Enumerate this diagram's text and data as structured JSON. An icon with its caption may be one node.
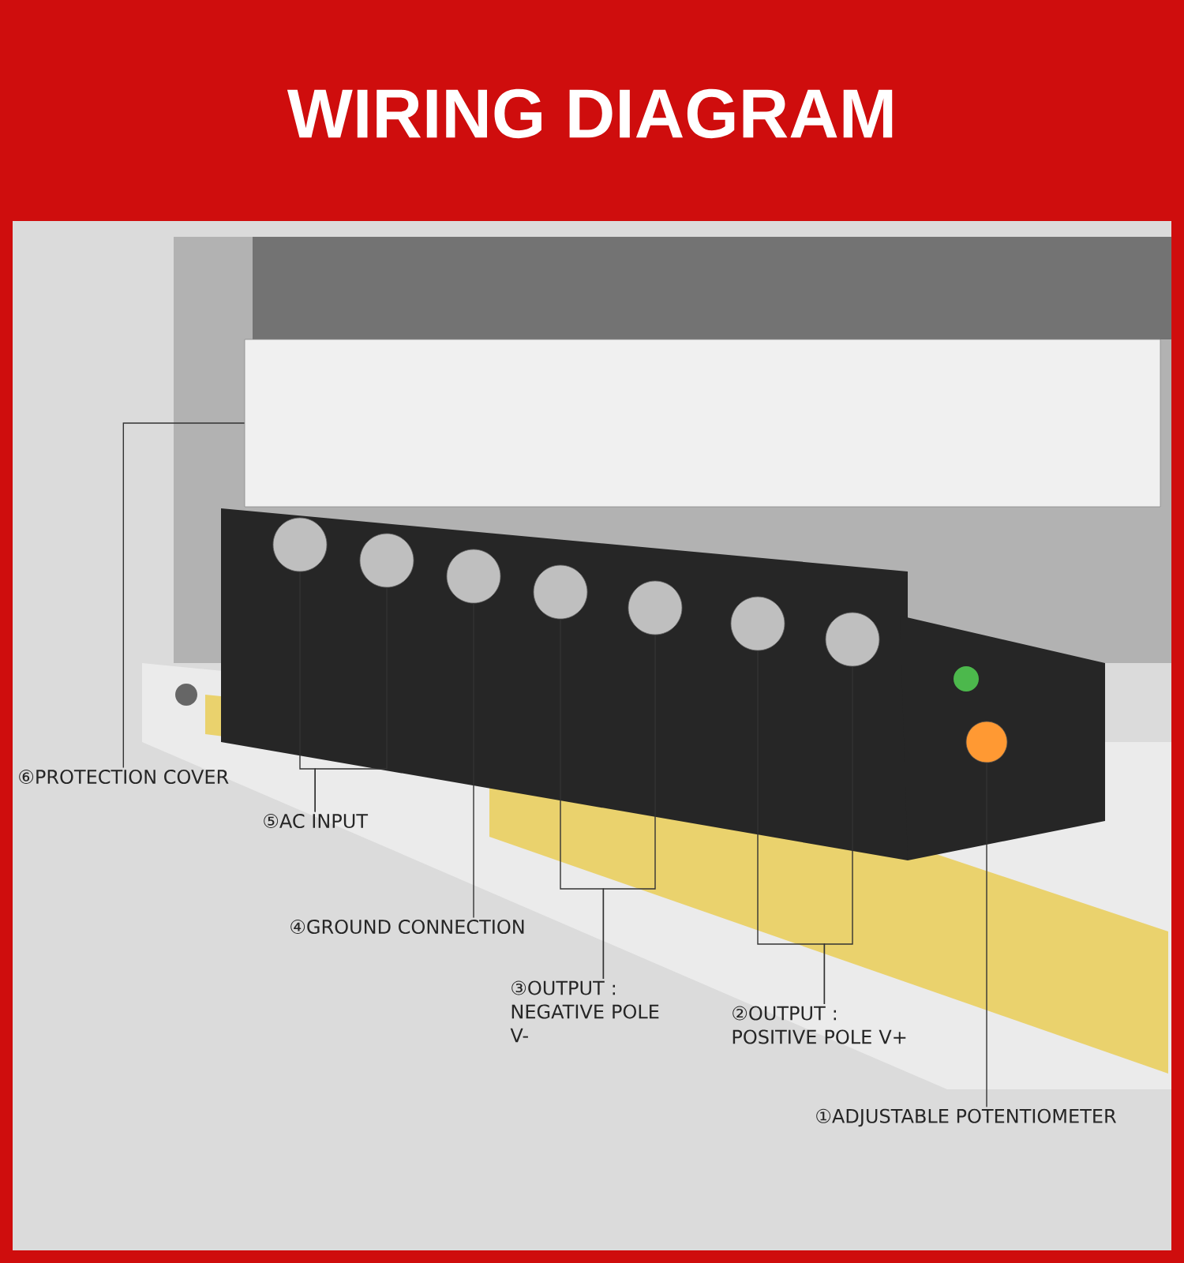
{
  "diagram": {
    "title": "WIRING DIAGRAM",
    "nodes": [
      {
        "text": [],
        "shape": "box"
      },
      {
        "text": [],
        "shape": "circle"
      },
      {
        "text": [],
        "shape": "circle"
      },
      {
        "text": [],
        "shape": "circle"
      },
      {
        "text": [],
        "shape": "circle"
      },
      {
        "text": [],
        "shape": "circle"
      },
      {
        "text": [],
        "shape": "circle"
      },
      {
        "text": [],
        "shape": "circle"
      },
      {
        "text": [],
        "shape": "circle"
      },
      {
        "text": [
          "⑥PROTECTION COVER"
        ]
      },
      {
        "text": [
          "⑤AC INPUT"
        ]
      },
      {
        "text": [
          "④GROUND CONNECTION"
        ]
      },
      {
        "text": [
          "③OUTPUT : NEGATIVE POLE V-"
        ]
      },
      {
        "text": [
          "②OUTPUT : POSITIVE POLE V+"
        ]
      },
      {
        "text": [
          "①ADJUSTABLE POTENTIOMETER"
        ]
      }
    ],
    "edges": [
      {
        "from": 9,
        "to": 0,
        "arrow": "none"
      },
      {
        "from": 10,
        "to": 1,
        "arrow": "none"
      },
      {
        "from": 10,
        "to": 2,
        "arrow": "none"
      },
      {
        "from": 11,
        "to": 3,
        "arrow": "none"
      },
      {
        "from": 12,
        "to": 4,
        "arrow": "none"
      },
      {
        "from": 12,
        "to": 5,
        "arrow": "none"
      },
      {
        "from": 13,
        "to": 6,
        "arrow": "none"
      },
      {
        "from": 13,
        "to": 7,
        "arrow": "none"
      },
      {
        "from": 14,
        "to": 8,
        "arrow": "none"
      }
    ]
  }
}
